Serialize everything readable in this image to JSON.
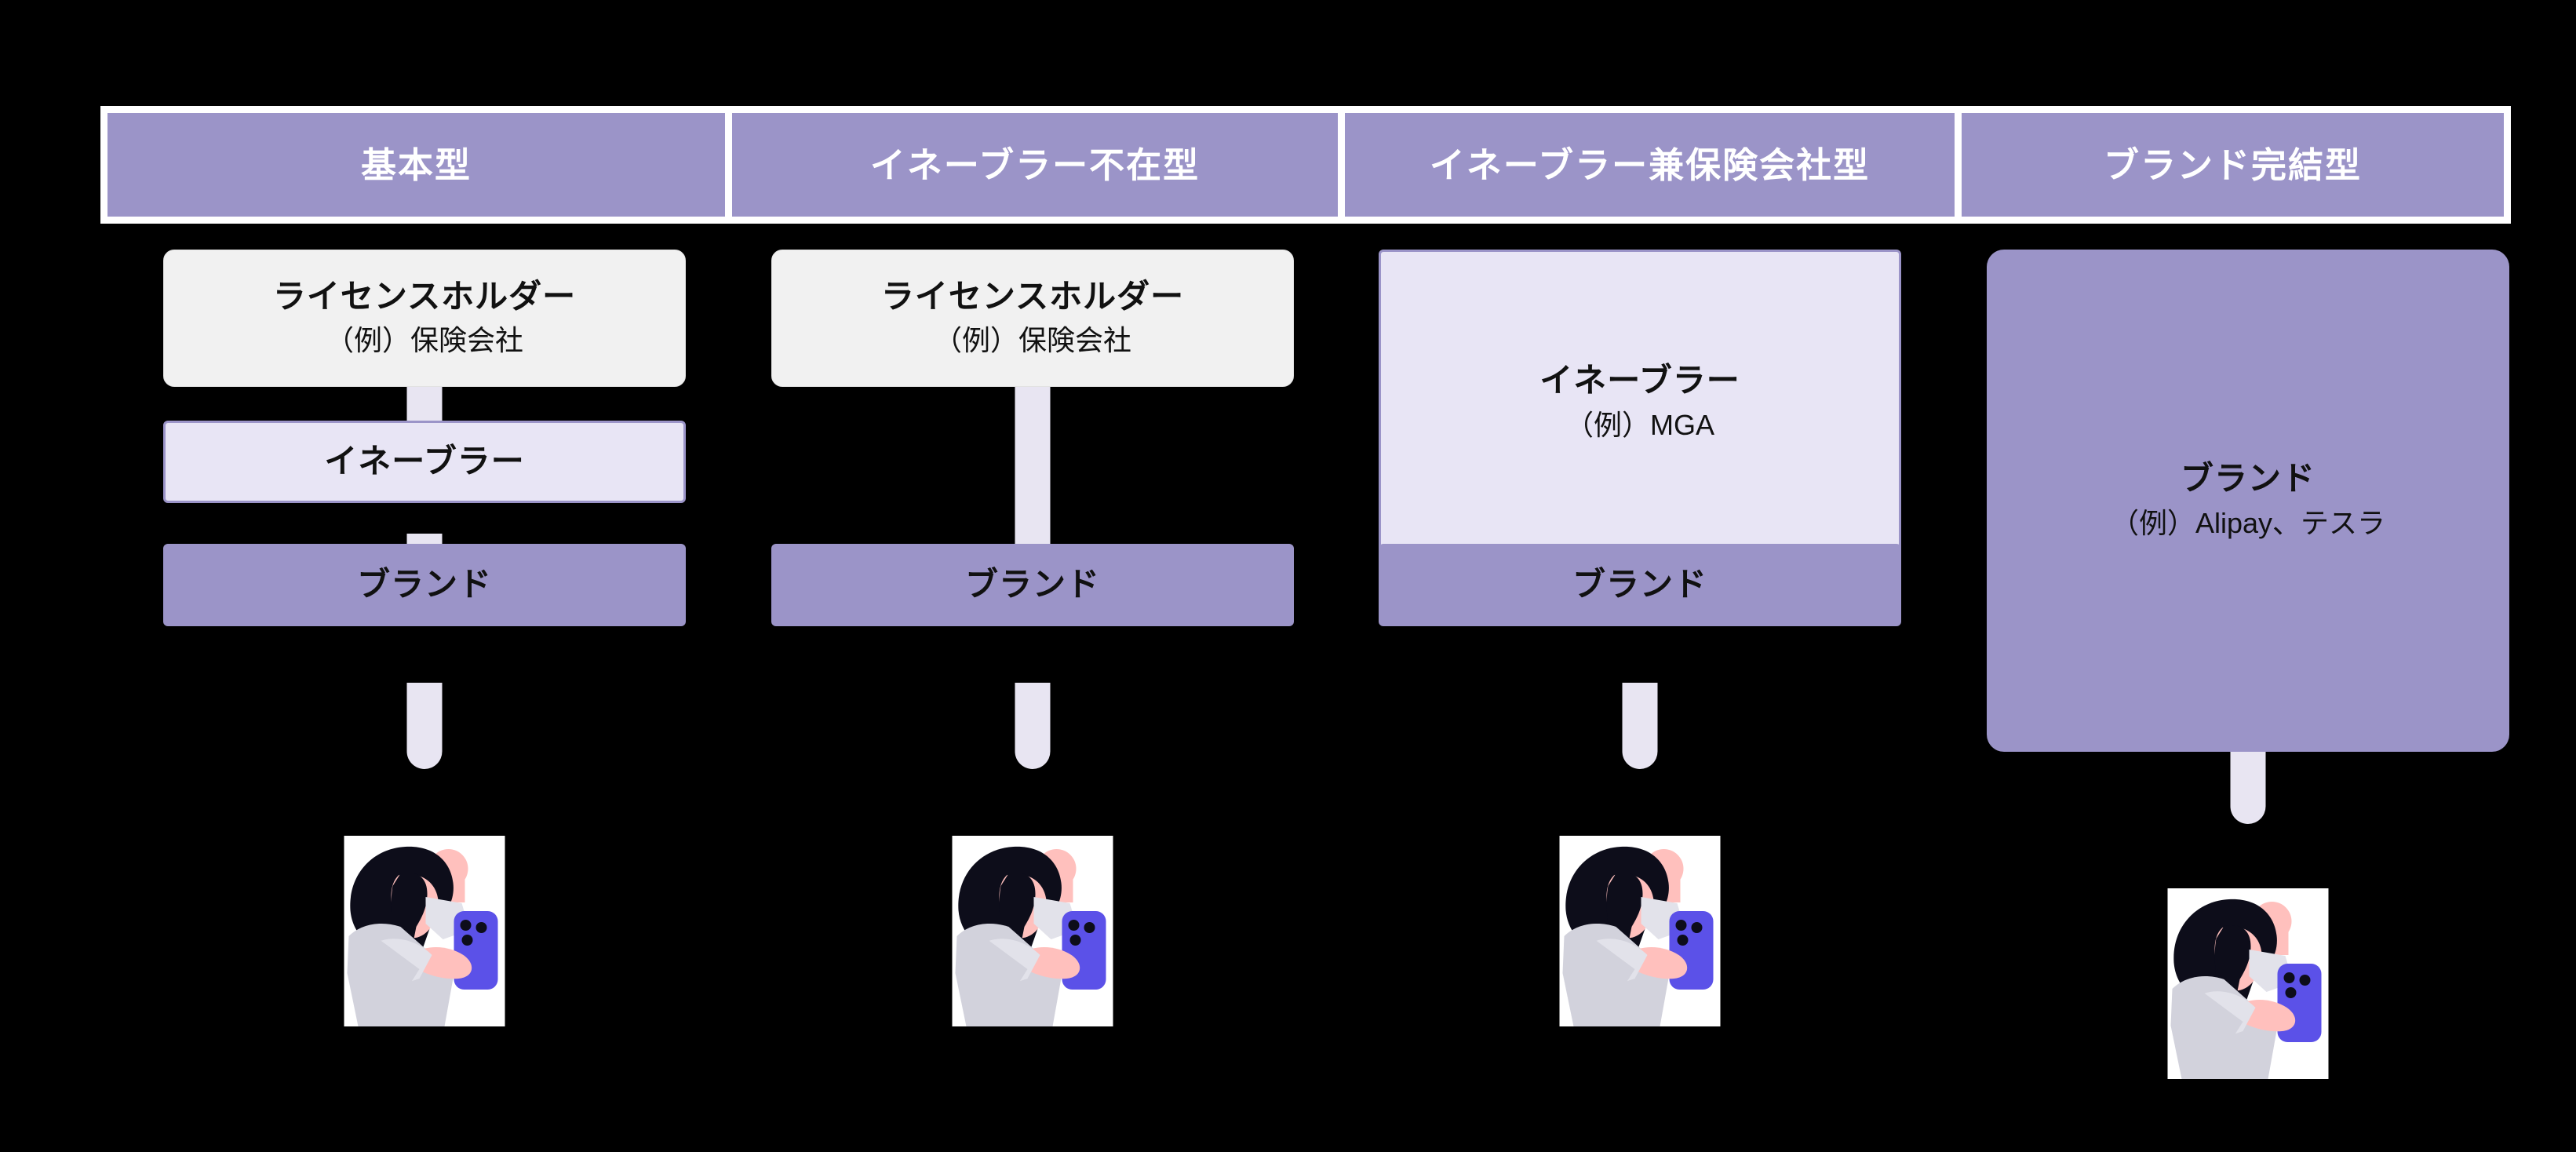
{
  "diagram": {
    "background_color": "#000000",
    "accent_color": "#9b94c8",
    "lavender_fill": "#e8e5f5",
    "connector_color": "#e8e5f2",
    "white_fill": "#f1f1f1",
    "headers": [
      {
        "label": "基本型"
      },
      {
        "label": "イネーブラー不在型"
      },
      {
        "label": "イネーブラー兼保険会社型"
      },
      {
        "label": "ブランド完結型"
      }
    ],
    "columns": [
      {
        "key": "kihon",
        "nodes": [
          {
            "title": "ライセンスホルダー",
            "sub": "（例）保険会社",
            "style": "white"
          },
          {
            "title": "イネーブラー",
            "sub": "",
            "style": "lavender"
          },
          {
            "title": "ブランド",
            "sub": "",
            "style": "purple"
          }
        ],
        "customer_icon": "person-with-smartphone-icon"
      },
      {
        "key": "enabler-absent",
        "nodes": [
          {
            "title": "ライセンスホルダー",
            "sub": "（例）保険会社",
            "style": "white"
          },
          {
            "title": "ブランド",
            "sub": "",
            "style": "purple"
          }
        ],
        "customer_icon": "person-with-smartphone-icon"
      },
      {
        "key": "enabler-insurer",
        "nodes": [
          {
            "title": "イネーブラー",
            "sub": "（例）MGA",
            "style": "lavender"
          },
          {
            "title": "ブランド",
            "sub": "",
            "style": "purple"
          }
        ],
        "customer_icon": "person-with-smartphone-icon"
      },
      {
        "key": "brand-complete",
        "nodes": [
          {
            "title": "ブランド",
            "sub": "（例）Alipay、テスラ",
            "style": "purple-big"
          }
        ],
        "customer_icon": "person-with-smartphone-icon"
      }
    ]
  }
}
